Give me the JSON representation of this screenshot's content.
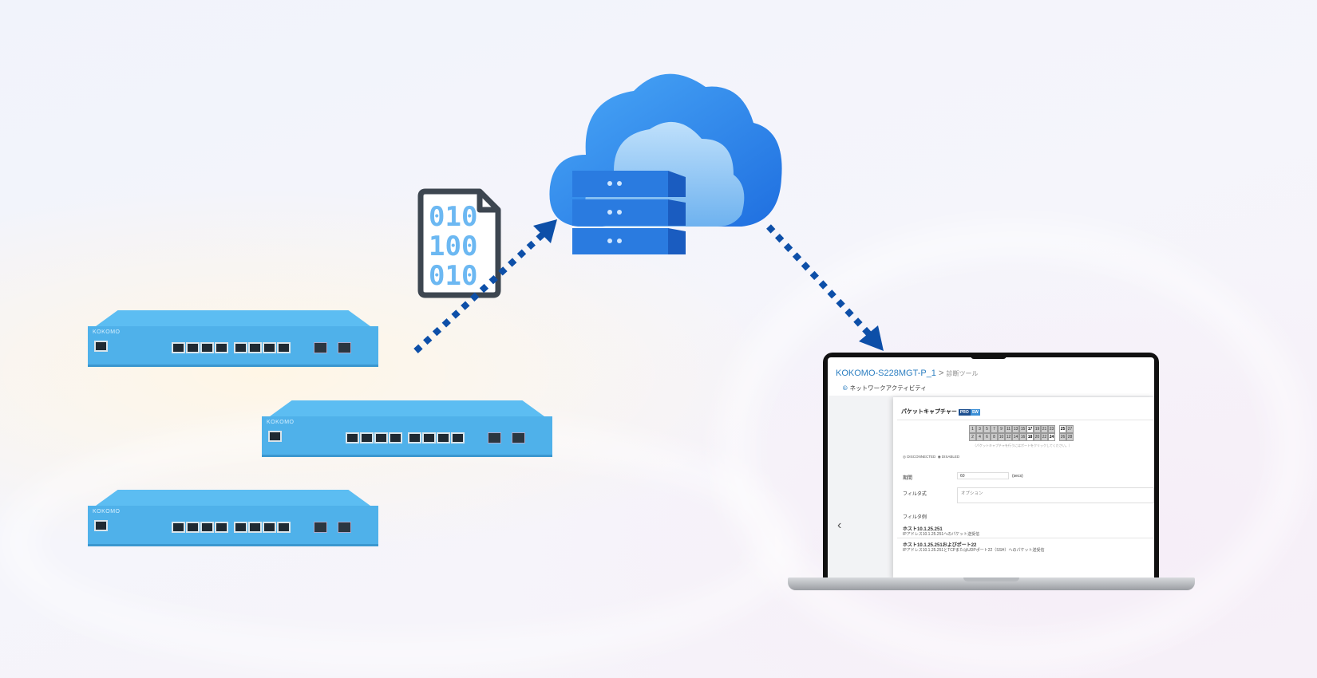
{
  "switches": [
    {
      "brand": "KOKOMO"
    },
    {
      "brand": "KOKOMO"
    },
    {
      "brand": "KOKOMO"
    }
  ],
  "file_icon": {
    "lines": [
      "010",
      "100",
      "010"
    ]
  },
  "colors": {
    "switch": "#4fb1ea",
    "arrow": "#0d4fa8",
    "cloud": "#3c8ff0"
  },
  "laptop": {
    "breadcrumb": {
      "device": "KOKOMO-S228MGT-P_1",
      "separator": ">",
      "page": "診断ツール"
    },
    "tab": "ネットワークアクティビティ",
    "panel_title": "パケットキャプチャー",
    "badges": [
      "PRO",
      "SW"
    ],
    "ports_top": [
      "1",
      "3",
      "5",
      "7",
      "9",
      "11",
      "13",
      "15",
      "17",
      "19",
      "21",
      "23",
      "25",
      "27"
    ],
    "ports_bottom": [
      "2",
      "4",
      "6",
      "8",
      "10",
      "12",
      "14",
      "16",
      "18",
      "20",
      "22",
      "24",
      "26",
      "28"
    ],
    "port_hint": "（パケットキャプチャを行うにはポートをクリックしてください。）",
    "legend": [
      "DISCONNECTED",
      "DISABLED"
    ],
    "duration_label": "期間",
    "duration_value": "60",
    "duration_unit": "(secs)",
    "filter_label": "フィルタ式",
    "filter_placeholder": "オプション",
    "examples_title": "フィルタ例",
    "examples": [
      {
        "title": "ホスト10.1.25.251",
        "desc": "IPアドレス10.1.25.251へのパケット送受信"
      },
      {
        "title": "ホスト10.1.25.251およびポート22",
        "desc": "IPアドレス10.1.25.251とTCPまたはUDPポート22（SSH）へのパケット送受信"
      }
    ]
  }
}
